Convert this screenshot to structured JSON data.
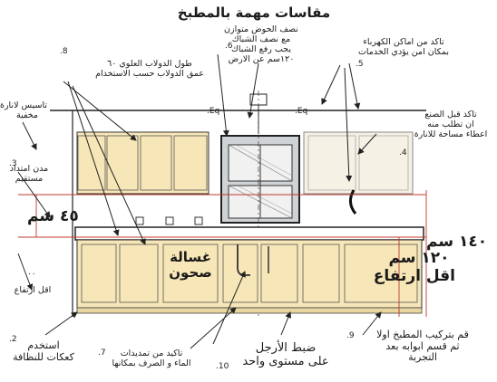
{
  "title": "مقاسات مهمة بالمطبخ",
  "eq_label": "Eq.",
  "dimensions": {
    "backsplash": "٤٥ سم",
    "total_height": "١٤٠ سم",
    "window_height": [
      "١٢٠ سم",
      "اقل ارتفاع"
    ]
  },
  "labels": {
    "dishwasher": [
      "غسالة",
      "صحون"
    ]
  },
  "notes": {
    "electrical_location": [
      "تاكد من اماكن الكهرباء",
      "بمكان امن يؤدي الخدمات"
    ],
    "num_5": "5.",
    "sink_window": [
      "نصف الحوض متوازن",
      "مع نصف الشباك",
      "يجب رفع الشباك",
      "١٢٠سم عن الارض"
    ],
    "num_6": "6.",
    "upper_cabinet": [
      "طول الدولاب العلوي ٦٠",
      "عمق الدولاب حسب الاستخدام"
    ],
    "num_8": "8.",
    "hidden_lighting": [
      "تاسيس لانارة",
      "مخفية"
    ],
    "lighting_space": [
      "تاكد قبل الصنع",
      "ان تطلب منه",
      "اعطاء مساحة للانارة"
    ],
    "num_4": "4.",
    "num_3": "3.",
    "straight_extension": [
      "مدن امتداد",
      "مستقيم"
    ],
    "minimum_height": "اقل ارتفاع",
    "dot_mark": "٠٠",
    "num_2": "2.",
    "cleaning_kick": [
      "استخدم",
      "كعكات للنظافة"
    ],
    "num_7": "7.",
    "water_drain": [
      "تاكيد من تمديدات",
      "الماء و الصرف بمكانها"
    ],
    "num_10": "10.",
    "level_legs": [
      "ضبط الأرجل",
      "على مستوى واحد"
    ],
    "num_9": "9.",
    "install_first": [
      "قم بتركيب المطبخ اولا",
      "ثم قسم ابوابه بعد",
      "التجربة"
    ]
  }
}
